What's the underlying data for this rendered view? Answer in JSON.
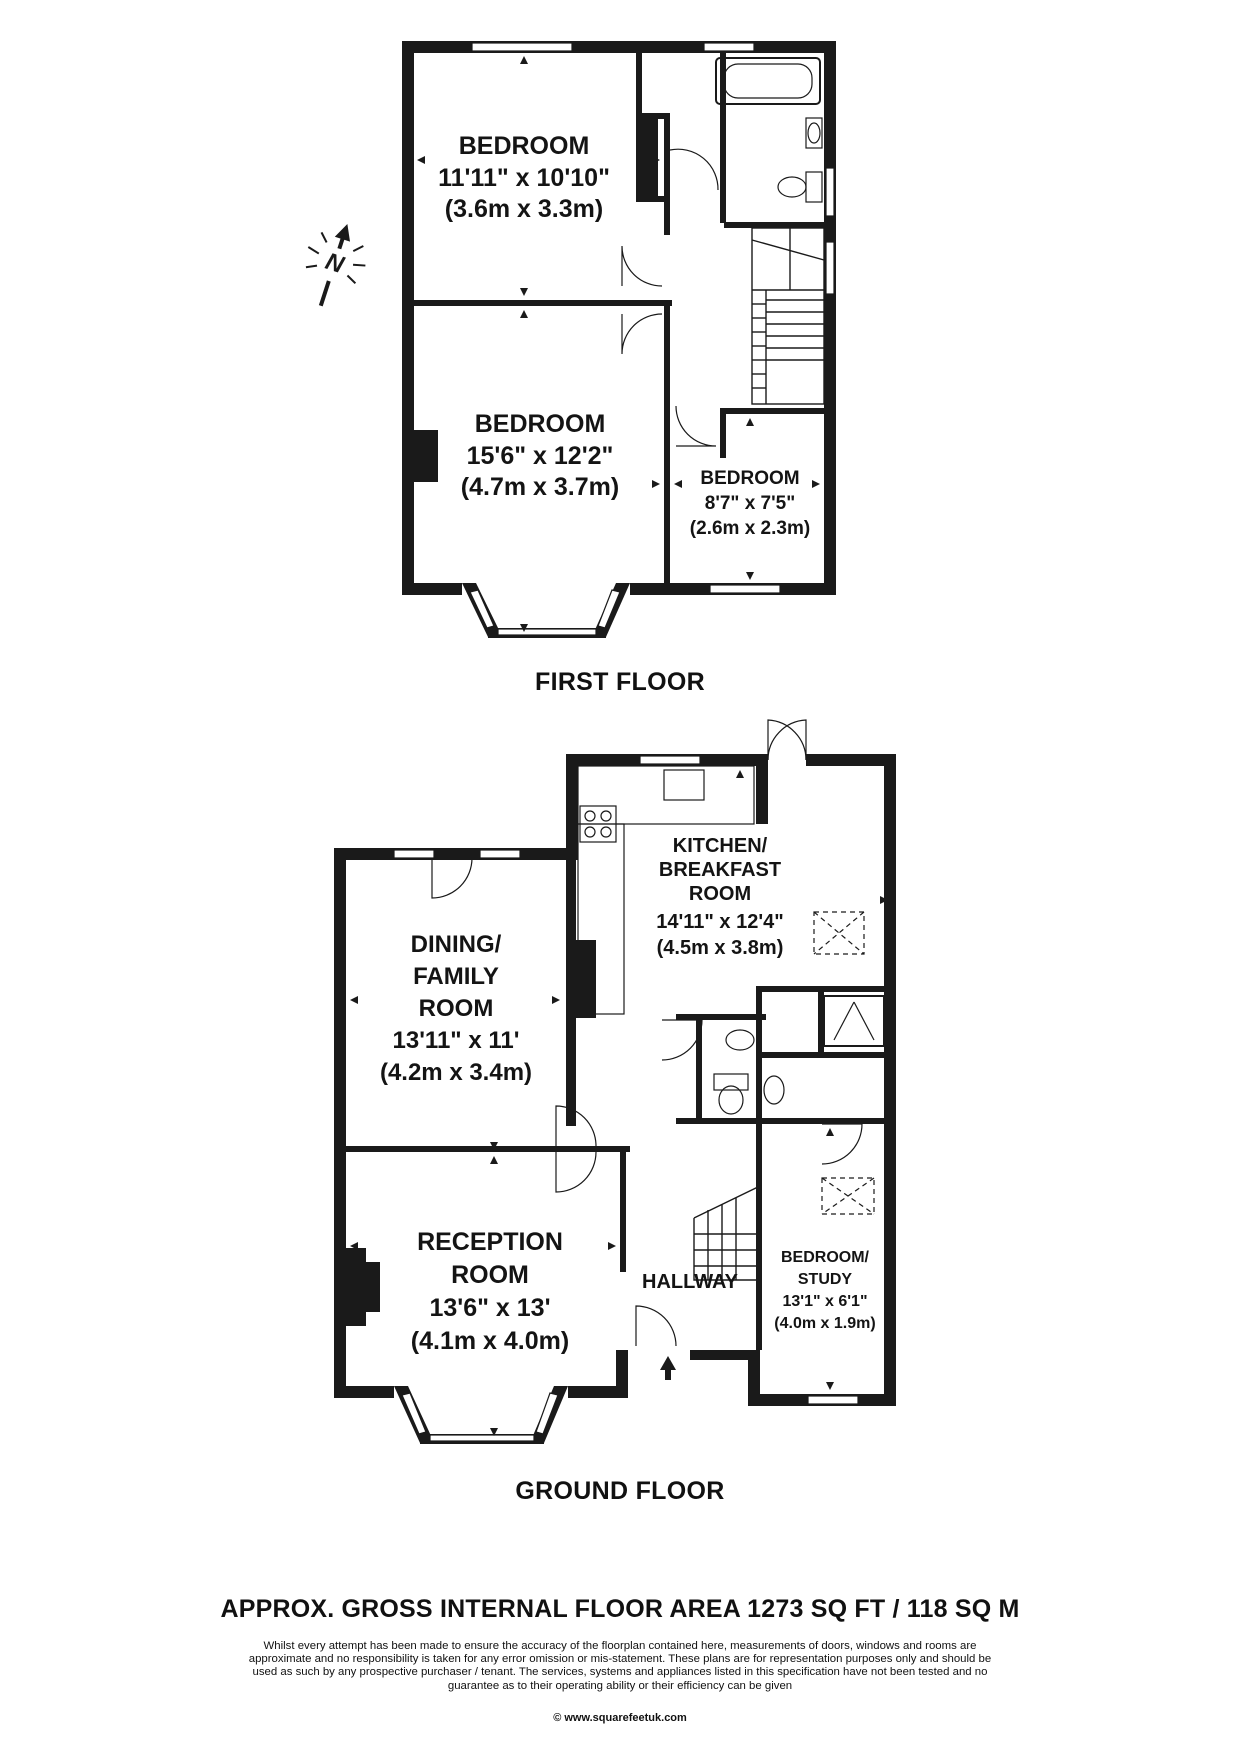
{
  "compass": {
    "label": "N",
    "icon": "north-arrow-icon"
  },
  "first_floor": {
    "label": "FIRST FLOOR",
    "rooms": [
      {
        "id": "bedroom-1",
        "name": "BEDROOM",
        "imperial": "11'11\" x 10'10\"",
        "metric": "(3.6m x 3.3m)"
      },
      {
        "id": "bedroom-2",
        "name": "BEDROOM",
        "imperial": "15'6\" x 12'2\"",
        "metric": "(4.7m x 3.7m)"
      },
      {
        "id": "bedroom-3",
        "name": "BEDROOM",
        "imperial": "8'7\" x 7'5\"",
        "metric": "(2.6m x 2.3m)"
      }
    ]
  },
  "ground_floor": {
    "label": "GROUND FLOOR",
    "rooms": [
      {
        "id": "kitchen",
        "lines": [
          "KITCHEN/",
          "BREAKFAST",
          "ROOM"
        ],
        "imperial": "14'11\" x 12'4\"",
        "metric": "(4.5m x 3.8m)"
      },
      {
        "id": "dining",
        "lines": [
          "DINING/",
          "FAMILY",
          "ROOM"
        ],
        "imperial": "13'11\" x 11'",
        "metric": "(4.2m x 3.4m)"
      },
      {
        "id": "reception",
        "lines": [
          "RECEPTION",
          "ROOM"
        ],
        "imperial": "13'6\" x 13'",
        "metric": "(4.1m x 4.0m)"
      },
      {
        "id": "hallway",
        "lines": [
          "HALLWAY"
        ]
      },
      {
        "id": "study",
        "lines": [
          "BEDROOM/",
          "STUDY"
        ],
        "imperial": "13'1\" x 6'1\"",
        "metric": "(4.0m x 1.9m)"
      }
    ]
  },
  "area": "APPROX. GROSS INTERNAL FLOOR AREA 1273 SQ FT / 118 SQ M",
  "disclaimer": "Whilst every attempt has been made to ensure the accuracy of the floorplan contained here, measurements of doors, windows and rooms are approximate and no responsibility is taken for any error omission or mis-statement. These plans are for representation purposes only and should  be used as such by any prospective purchaser / tenant. The services, systems and appliances listed in this specification have not been tested and no guarantee as to their operating ability or their efficiency can be given",
  "copyright": "© www.squarefeetuk.com",
  "colors": {
    "wall": "#1a1a1a",
    "background": "#ffffff"
  }
}
